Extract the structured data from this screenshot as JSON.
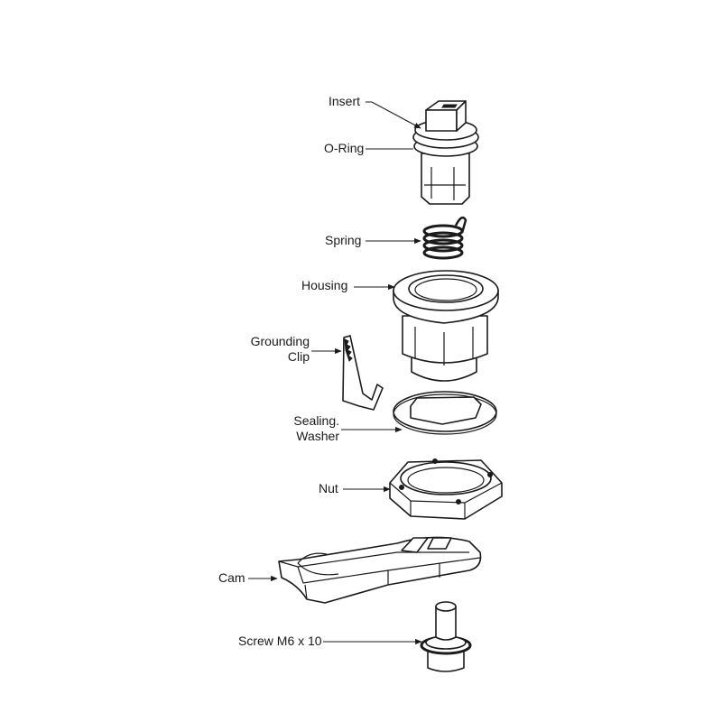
{
  "diagram": {
    "title": "",
    "type": "exploded-assembly",
    "parts": [
      {
        "id": "insert",
        "label": "Insert"
      },
      {
        "id": "o-ring",
        "label": "O-Ring"
      },
      {
        "id": "spring",
        "label": "Spring"
      },
      {
        "id": "housing",
        "label": "Housing"
      },
      {
        "id": "grounding-clip",
        "label_line1": "Grounding",
        "label_line2": "Clip"
      },
      {
        "id": "sealing-washer",
        "label_line1": "Sealing.",
        "label_line2": "Washer"
      },
      {
        "id": "nut",
        "label": "Nut"
      },
      {
        "id": "cam",
        "label": "Cam"
      },
      {
        "id": "screw",
        "label": "Screw M6 x 10"
      }
    ]
  }
}
